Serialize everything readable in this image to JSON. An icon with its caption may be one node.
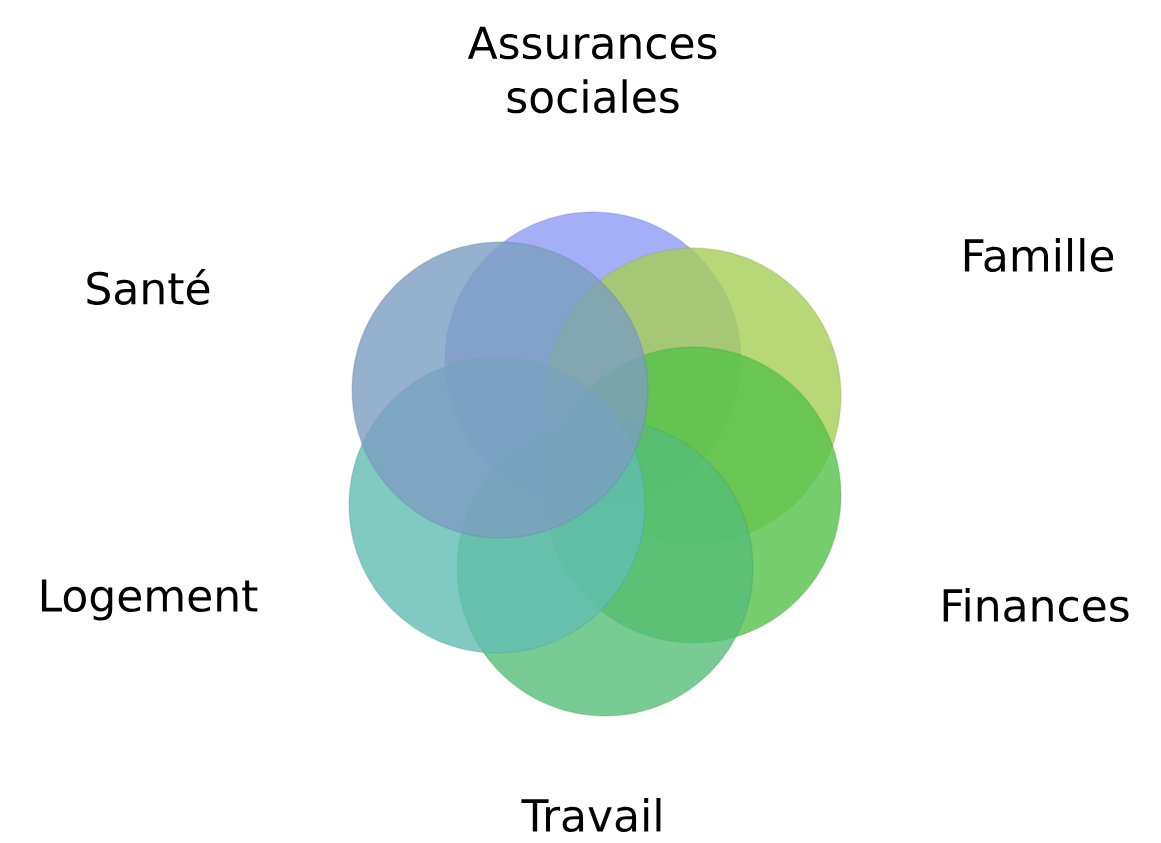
{
  "diagram": {
    "nodes": [
      {
        "text": [],
        "shape": "circle",
        "beside": [
          "Assurances sociales"
        ]
      },
      {
        "text": [],
        "shape": "circle",
        "beside": [
          "Famille"
        ]
      },
      {
        "text": [],
        "shape": "circle",
        "beside": [
          "Finances"
        ]
      },
      {
        "text": [],
        "shape": "circle",
        "beside": [
          "Travail"
        ]
      },
      {
        "text": [],
        "shape": "circle",
        "beside": [
          "Logement"
        ]
      },
      {
        "text": [],
        "shape": "circle",
        "beside": [
          "Santé"
        ]
      }
    ]
  }
}
